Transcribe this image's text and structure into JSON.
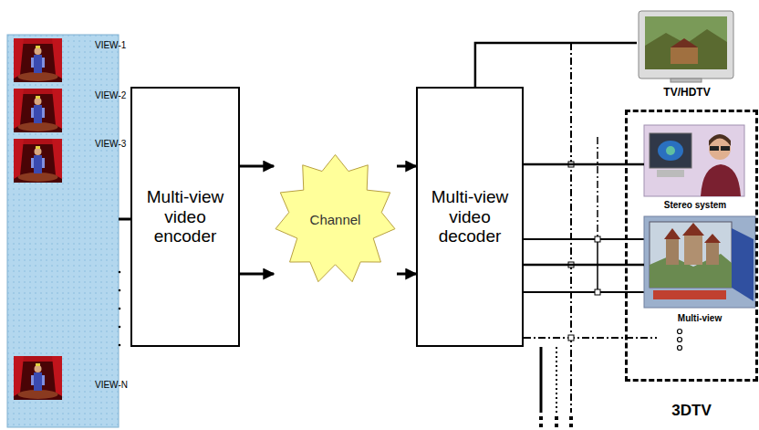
{
  "diagram": {
    "nodes": [
      {
        "text": [
          "Multi-view video encoder"
        ]
      },
      {
        "text": [
          "Channel"
        ]
      },
      {
        "text": [
          "Multi-view video decoder"
        ]
      },
      {
        "text": [
          "TV/HDTV"
        ]
      },
      {
        "text": [
          "3DTV"
        ]
      },
      {
        "text": [
          "Stereo system"
        ],
        "in": 4
      },
      {
        "text": [
          "Multi-view"
        ],
        "in": 4
      }
    ],
    "edges": [
      {
        "from": 0,
        "to": 1,
        "arrow": "to"
      },
      {
        "from": 0,
        "to": 1,
        "arrow": "to"
      },
      {
        "from": 1,
        "to": 2,
        "arrow": "to"
      },
      {
        "from": 1,
        "to": 2,
        "arrow": "to"
      },
      {
        "from": 2,
        "to": 3,
        "arrow": "none"
      },
      {
        "from": 2,
        "to": 5,
        "arrow": "none"
      },
      {
        "from": 2,
        "to": 6,
        "arrow": "none"
      }
    ],
    "labels": [
      "VIEW-1",
      "VIEW-2",
      "VIEW-3",
      "VIEW-N"
    ]
  }
}
